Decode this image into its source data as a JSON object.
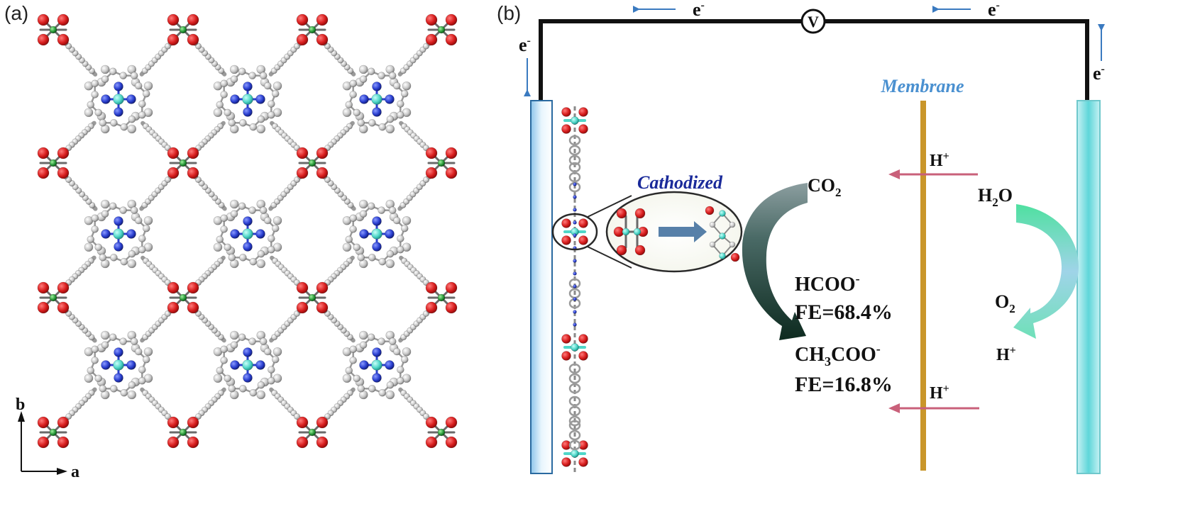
{
  "panel_a": {
    "label": "(a)",
    "axis_b": "b",
    "axis_a": "a",
    "grid_rows": 3,
    "grid_cols": 3
  },
  "panel_b": {
    "label": "(b)",
    "electron": "e",
    "electron_sup": "-",
    "voltmeter": "V",
    "membrane": "Membrane",
    "cathodized": "Cathodized",
    "co2": {
      "main": "CO",
      "sub": "2"
    },
    "h2o": {
      "pre": "H",
      "sub": "2",
      "post": "O"
    },
    "o2": {
      "main": "O",
      "sub": "2"
    },
    "hplus": {
      "main": "H",
      "sup": "+"
    },
    "formate": {
      "main": "HCOO",
      "sup": "-"
    },
    "formate_fe": "FE=68.4%",
    "acetate": {
      "pre": "CH",
      "sub": "3",
      "post": "COO",
      "sup": "-"
    },
    "acetate_fe": "FE=16.8%"
  },
  "colors": {
    "oxygen": "#d81e1e",
    "carbon": "#c8c8c8",
    "nitrogen": "#2a3fd0",
    "metal_center": "#4fd6c8",
    "membrane": "#c9962a",
    "membrane_label": "#4a90d0",
    "cathodized_label": "#1a2a9a",
    "proton_arrow": "#c9607a",
    "electron_arrow": "#3a7ac0",
    "wire": "#111111"
  }
}
